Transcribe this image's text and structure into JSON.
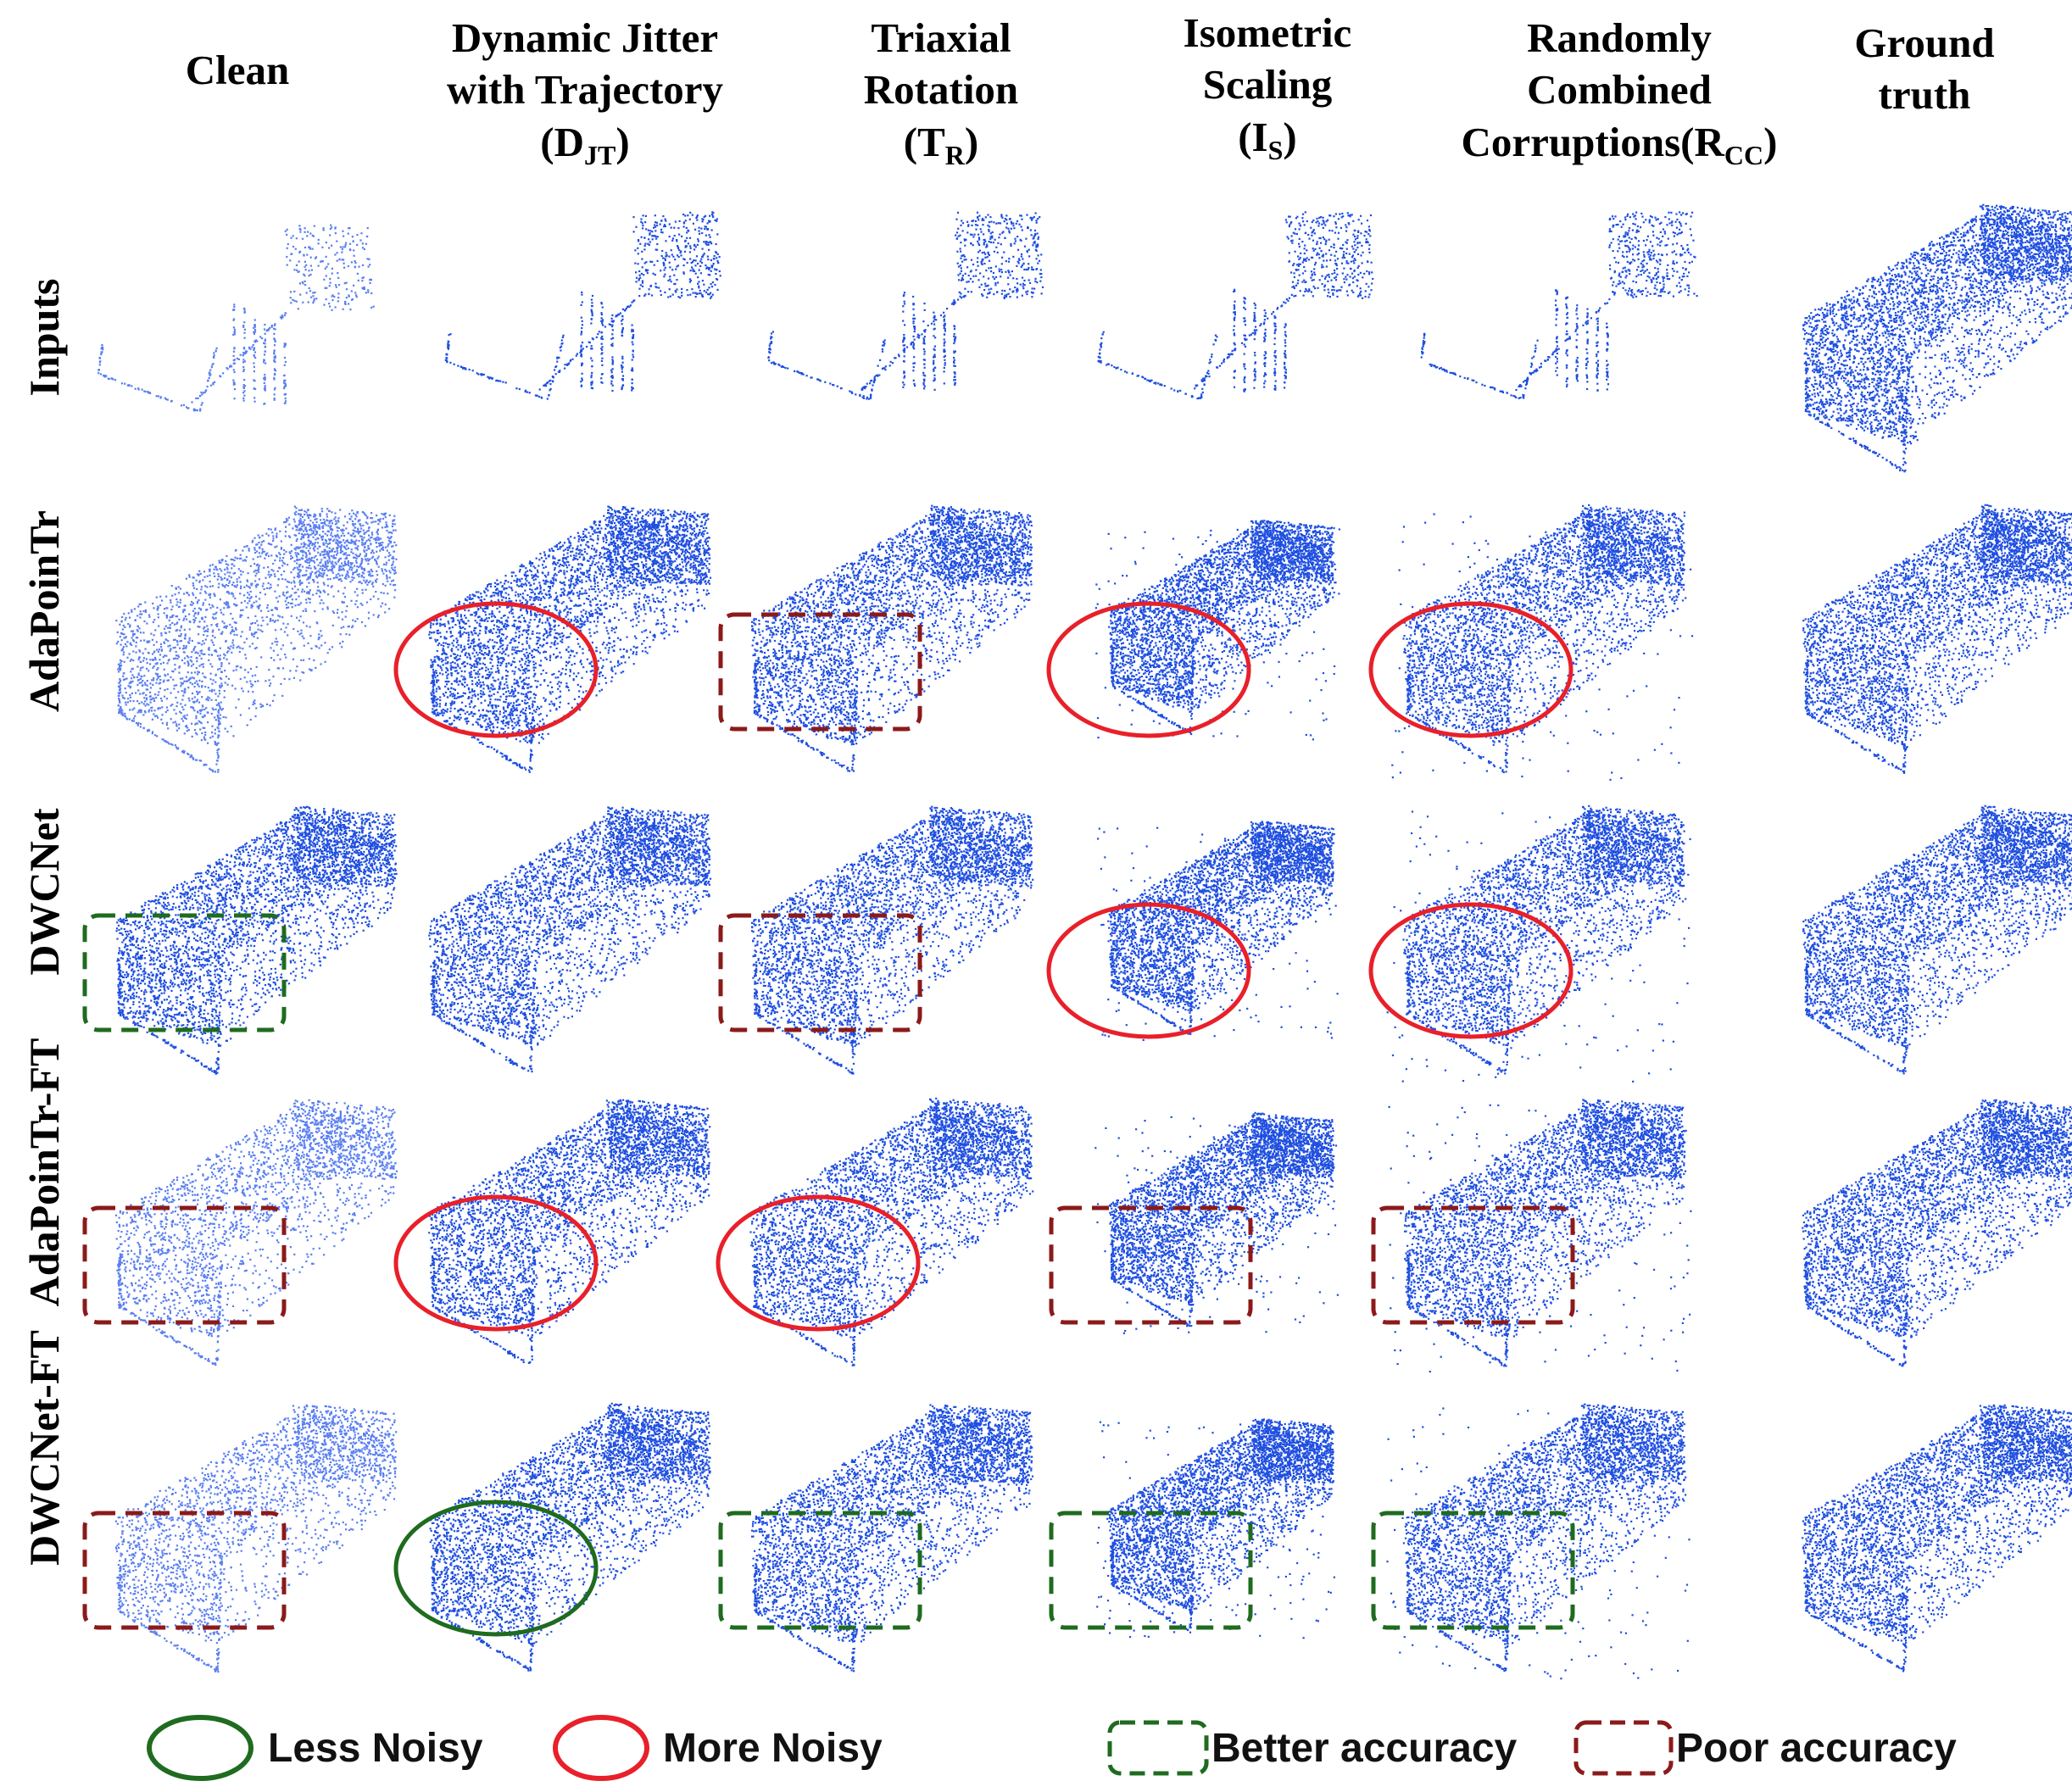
{
  "columns": [
    {
      "main": "Clean",
      "sub": ""
    },
    {
      "main": "Dynamic Jitter\nwith Trajectory\n(D",
      "sub": "JT",
      "close": ")"
    },
    {
      "main": "Triaxial\nRotation\n(T",
      "sub": "R",
      "close": ")"
    },
    {
      "main": "Isometric\nScaling\n(I",
      "sub": "S",
      "close": ")"
    },
    {
      "main": "Randomly\nCombined\nCorruptions(R",
      "sub": "CC",
      "close": ")"
    },
    {
      "main": "Ground\ntruth",
      "sub": ""
    }
  ],
  "rows": [
    "Inputs",
    "AdaPoinTr",
    "DWCNet",
    "AdaPoinTr-FT",
    "DWCNet-FT"
  ],
  "annotations": [
    {
      "row": 1,
      "col": 1,
      "kind": "more-noisy"
    },
    {
      "row": 1,
      "col": 2,
      "kind": "poor-accuracy"
    },
    {
      "row": 1,
      "col": 3,
      "kind": "more-noisy"
    },
    {
      "row": 1,
      "col": 4,
      "kind": "more-noisy"
    },
    {
      "row": 2,
      "col": 0,
      "kind": "better-accuracy"
    },
    {
      "row": 2,
      "col": 2,
      "kind": "poor-accuracy"
    },
    {
      "row": 2,
      "col": 3,
      "kind": "more-noisy"
    },
    {
      "row": 2,
      "col": 4,
      "kind": "more-noisy"
    },
    {
      "row": 3,
      "col": 0,
      "kind": "poor-accuracy"
    },
    {
      "row": 3,
      "col": 1,
      "kind": "more-noisy"
    },
    {
      "row": 3,
      "col": 2,
      "kind": "more-noisy"
    },
    {
      "row": 3,
      "col": 3,
      "kind": "poor-accuracy"
    },
    {
      "row": 3,
      "col": 4,
      "kind": "poor-accuracy"
    },
    {
      "row": 4,
      "col": 0,
      "kind": "poor-accuracy"
    },
    {
      "row": 4,
      "col": 1,
      "kind": "less-noisy"
    },
    {
      "row": 4,
      "col": 2,
      "kind": "better-accuracy"
    },
    {
      "row": 4,
      "col": 3,
      "kind": "better-accuracy"
    },
    {
      "row": 4,
      "col": 4,
      "kind": "better-accuracy"
    }
  ],
  "legend": {
    "less_noisy": "Less Noisy",
    "more_noisy": "More Noisy",
    "better_accuracy": "Better accuracy",
    "poor_accuracy": "Poor accuracy"
  },
  "colors": {
    "point": "#1f4fe0",
    "point_light": "#5a7ff0",
    "more_noisy": "#e8202a",
    "less_noisy": "#1f6b1f",
    "better_accuracy": "#1f6b1f",
    "poor_accuracy": "#8b1a1a"
  }
}
